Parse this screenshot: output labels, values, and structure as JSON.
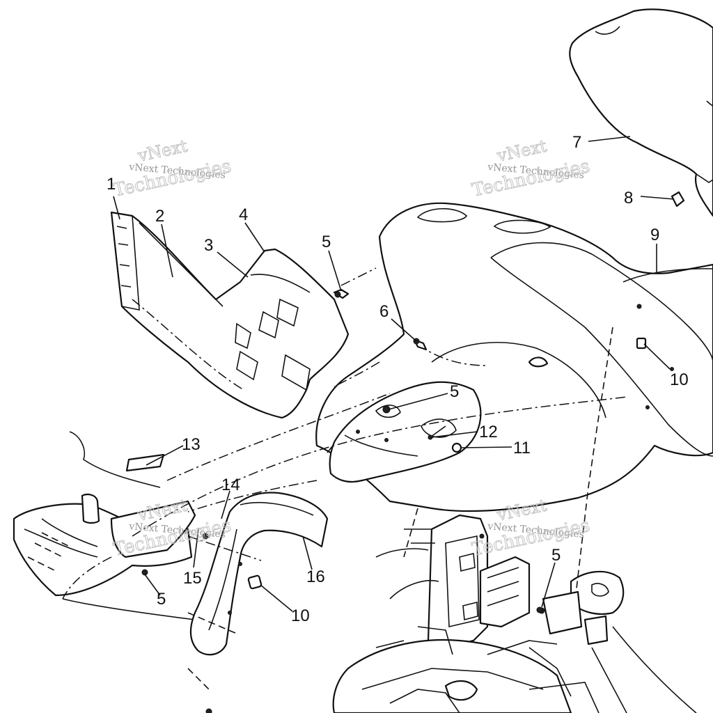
{
  "callouts": {
    "c1": "1",
    "c2": "2",
    "c3": "3",
    "c4": "4",
    "c5a": "5",
    "c5b": "5",
    "c5c": "5",
    "c5d": "5",
    "c6": "6",
    "c7": "7",
    "c8": "8",
    "c9": "9",
    "c10a": "10",
    "c10b": "10",
    "c11": "11",
    "c12": "12",
    "c13": "13",
    "c14": "14",
    "c15": "15",
    "c16": "16"
  },
  "watermark": {
    "line1": "vNext",
    "line2": "vNext Technologies",
    "line3": "Technologies"
  }
}
